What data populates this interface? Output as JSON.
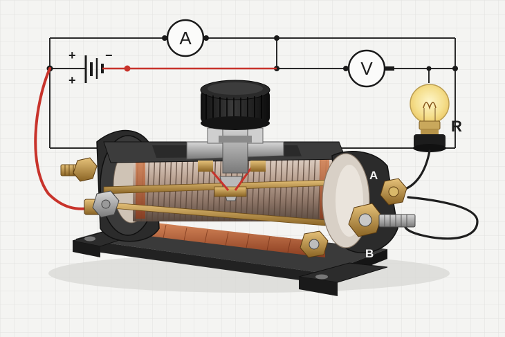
{
  "diagram": {
    "meters": {
      "ammeter": "A",
      "voltmeter": "V"
    },
    "battery": {
      "plus_top": "+",
      "plus_bottom": "+",
      "minus": "−"
    },
    "load_label": "R",
    "rheostat_terminals": {
      "top": "A",
      "bottom": "B"
    }
  },
  "colors": {
    "wire": "#2a2a2a",
    "red_wire": "#c8332b",
    "coil_copper": "#b9714a",
    "brass": "#b88a3e",
    "base": "#2b2b2b",
    "knob": "#1e1e1e",
    "bulb_glow": "#f6df8a"
  },
  "icons": [
    "ammeter-icon",
    "voltmeter-icon",
    "battery-icon",
    "bulb-icon",
    "rheostat-icon",
    "knob-icon"
  ]
}
